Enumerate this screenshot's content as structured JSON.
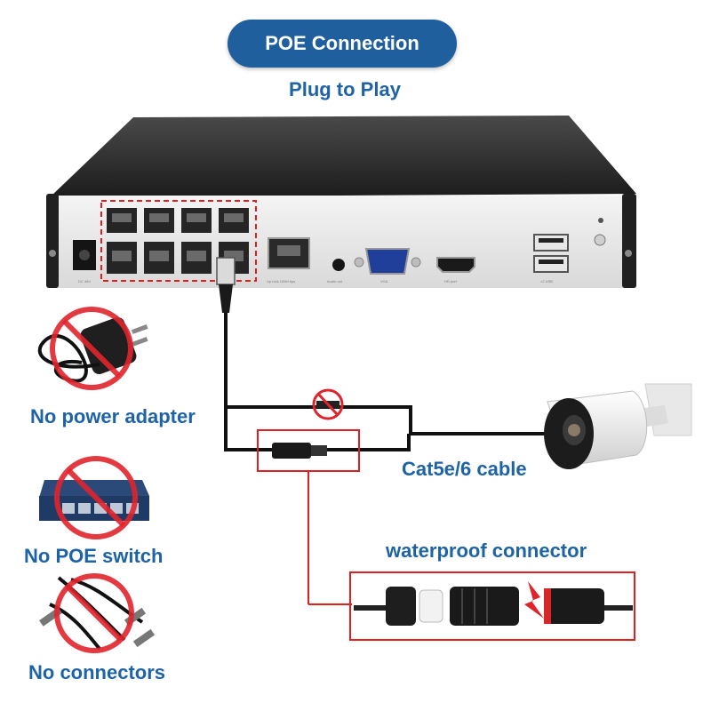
{
  "header": {
    "title": "POE Connection",
    "subtitle": "Plug to Play"
  },
  "nvr_labels": {
    "dc": "DC 48V",
    "lan": "Up Link 100M bps",
    "audio": "Audio out",
    "vga": "VGA",
    "hdmi": "HD port",
    "usb": "×2 USB"
  },
  "not_needed": [
    {
      "label": "No power adapter",
      "icon": "power-adapter-icon"
    },
    {
      "label": "No POE switch",
      "icon": "poe-switch-icon"
    },
    {
      "label": "No connectors",
      "icon": "splitter-cable-icon"
    }
  ],
  "cable_label": "Cat5e/6 cable",
  "connector_label": "waterproof connector",
  "colors": {
    "brand_blue": "#1f5f9e",
    "text_blue": "#1e63a6",
    "prohibit_red": "#e0242c",
    "highlight_red": "#e02020"
  }
}
